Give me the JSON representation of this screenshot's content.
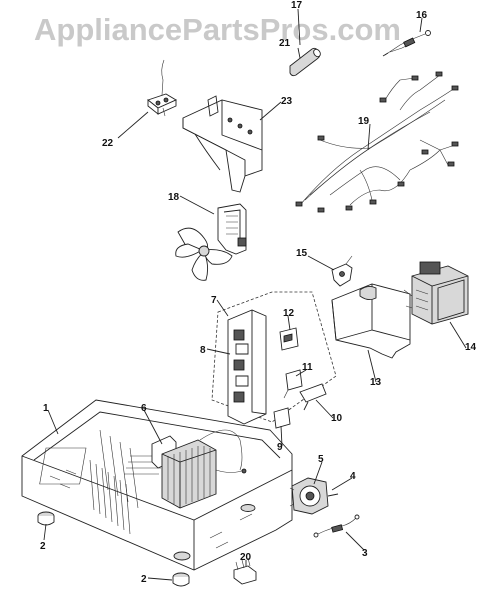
{
  "watermark": "AppliancePartsPros.com",
  "callouts": {
    "c1": "1",
    "c2a": "2",
    "c2b": "2",
    "c3": "3",
    "c4": "4",
    "c5": "5",
    "c6": "6",
    "c7": "7",
    "c8": "8",
    "c9": "9",
    "c10": "10",
    "c11": "11",
    "c12": "12",
    "c13": "13",
    "c14": "14",
    "c15": "15",
    "c16": "16",
    "c17": "17",
    "c18": "18",
    "c19": "19",
    "c20": "20",
    "c21": "21",
    "c22": "22",
    "c23": "23"
  }
}
